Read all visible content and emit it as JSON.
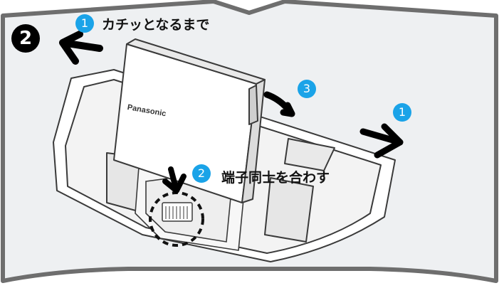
{
  "step_number": "2",
  "brand_text": "Panasonic",
  "callouts": [
    {
      "number": "1",
      "text": "カチッとなるまで"
    },
    {
      "number": "2",
      "text": "端子同士を合わす"
    },
    {
      "number": "3",
      "text": ""
    },
    {
      "number": "1",
      "text": ""
    }
  ],
  "colors": {
    "badge": "#1aa3e8",
    "frame": "#6e6e6e",
    "background_tint": "#eef0f2",
    "outline": "#3a3a3a"
  },
  "icons": [
    "arrow-left-icon",
    "curved-arrow-icon",
    "arrow-right-icon",
    "arrow-down-icon",
    "dashed-circle-icon"
  ]
}
